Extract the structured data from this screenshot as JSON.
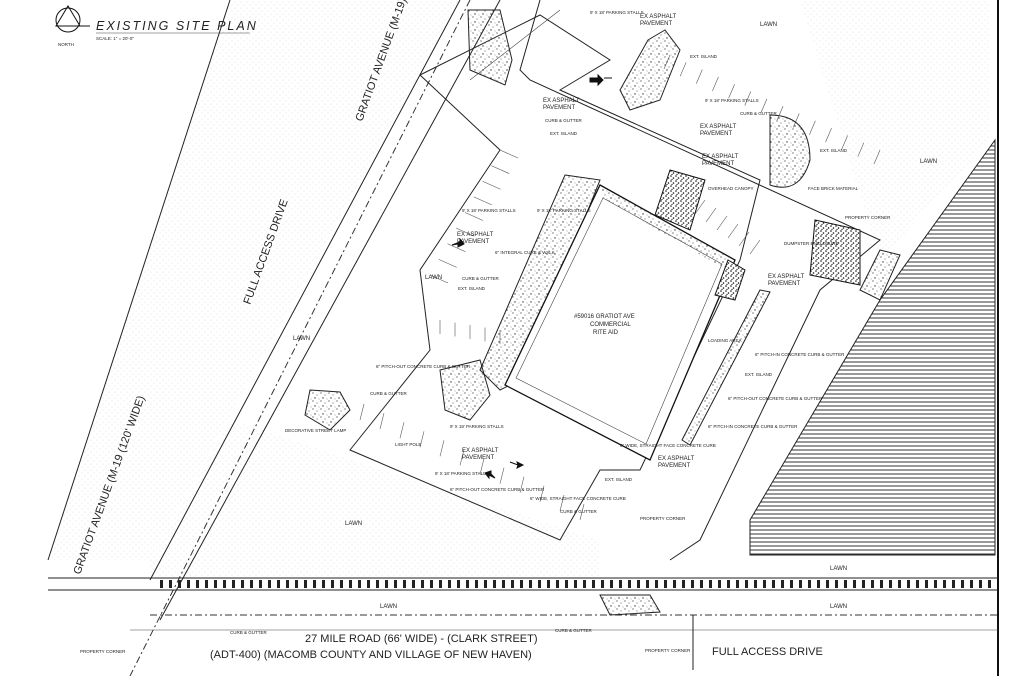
{
  "title": {
    "heading": "EXISTING SITE PLAN",
    "scale": "SCALE: 1\" = 20'-0\"",
    "north": "NORTH"
  },
  "roads": {
    "gratiot_upper": "GRATIOT AVENUE (M-19)",
    "gratiot_lower": "GRATIOT AVENUE (M-19 (120' WIDE)",
    "full_access_left": "FULL ACCESS DRIVE",
    "full_access_bottom": "FULL ACCESS DRIVE",
    "mile_road_line1": "27 MILE ROAD (66' WIDE) - (CLARK STREET)",
    "mile_road_line2": "(ADT-400) (MACOMB COUNTY AND VILLAGE OF NEW HAVEN)"
  },
  "building": {
    "line1": "#59016 GRATIOT AVE",
    "line2": "COMMERCIAL",
    "line3": "RITE AID"
  },
  "labels": {
    "lawn": "LAWN",
    "ex_asphalt_1": "EX ASPHALT",
    "ex_asphalt_2": "PAVEMENT",
    "curb_gutter": "CURB & GUTTER",
    "ext_island": "EXT. ISLAND",
    "parking_stalls": "9' X 18' PARKING STALLS",
    "pitch_in": "6\" PITCH-IN CONCRETE CURB & GUTTER",
    "pitch_out": "6\" PITCH-OUT CONCRETE CURB & GUTTER",
    "integral_curb": "6\" INTEGRAL CURB & WALK",
    "overhead_canopy": "OVERHEAD CANOPY",
    "dumpster": "DUMPSTER ENCLOSURE",
    "property_corner": "PROPERTY CORNER",
    "light_pole": "LIGHT POLE",
    "decorative_street": "DECORATIVE STREET LAMP",
    "loading": "LOADING AREA",
    "face_brick": "FACE BRICK MATERIAL",
    "straight_face": "6\" WIDE, STRAIGHT FACE CONCRETE CURB"
  }
}
